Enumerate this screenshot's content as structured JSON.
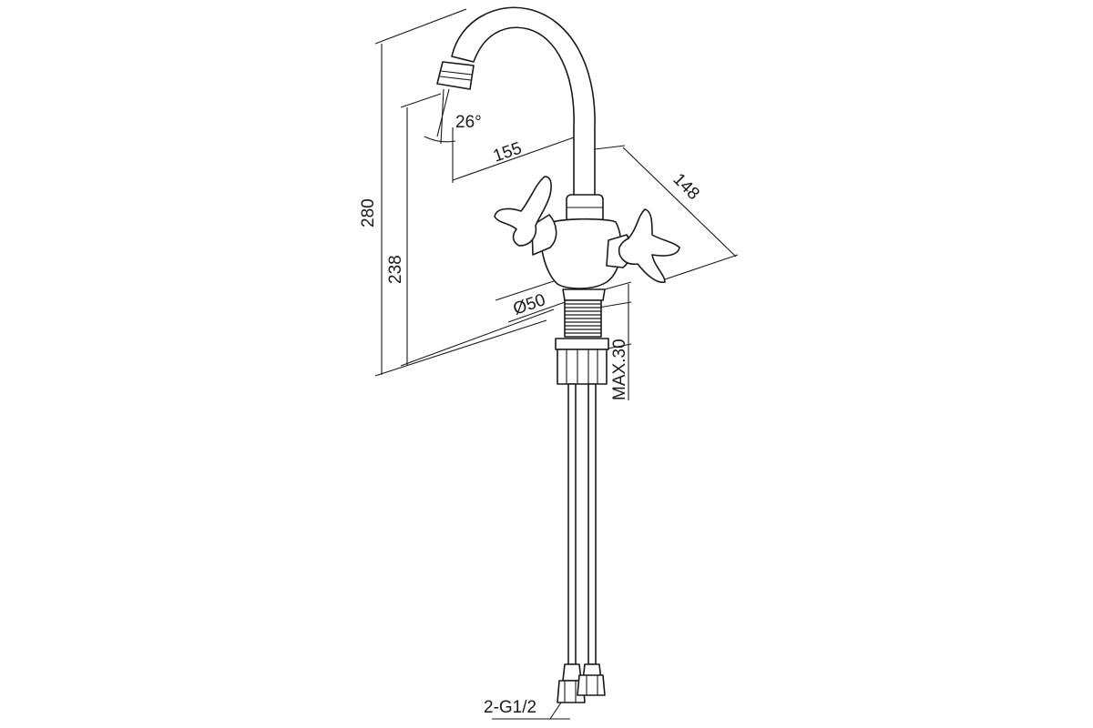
{
  "dimensions": {
    "angle": "26°",
    "spout_reach": "155",
    "handle_span": "148",
    "total_height": "280",
    "spout_height": "238",
    "base_diameter": "Ø50",
    "max_thickness": "MAX.30",
    "connection": "2-G1/2"
  }
}
